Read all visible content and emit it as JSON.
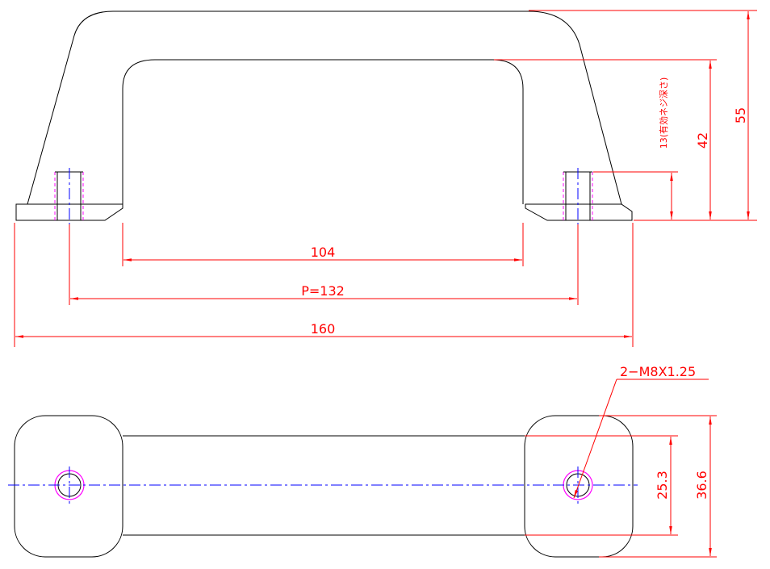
{
  "colors": {
    "object_line": "#000000",
    "dimension": "#ff0000",
    "center_line": "#0000ff",
    "hidden_line": "#ff00ff"
  },
  "front_view": {
    "dim_inner_width": "104",
    "dim_pitch": "P=132",
    "dim_overall_width": "160",
    "dim_thread_depth": "13(有効ネジ深さ)",
    "dim_inner_height": "42",
    "dim_overall_height": "55"
  },
  "top_view": {
    "thread_callout": "2−M8X1.25",
    "dim_grip_width": "25.3",
    "dim_base_width": "36.6"
  }
}
